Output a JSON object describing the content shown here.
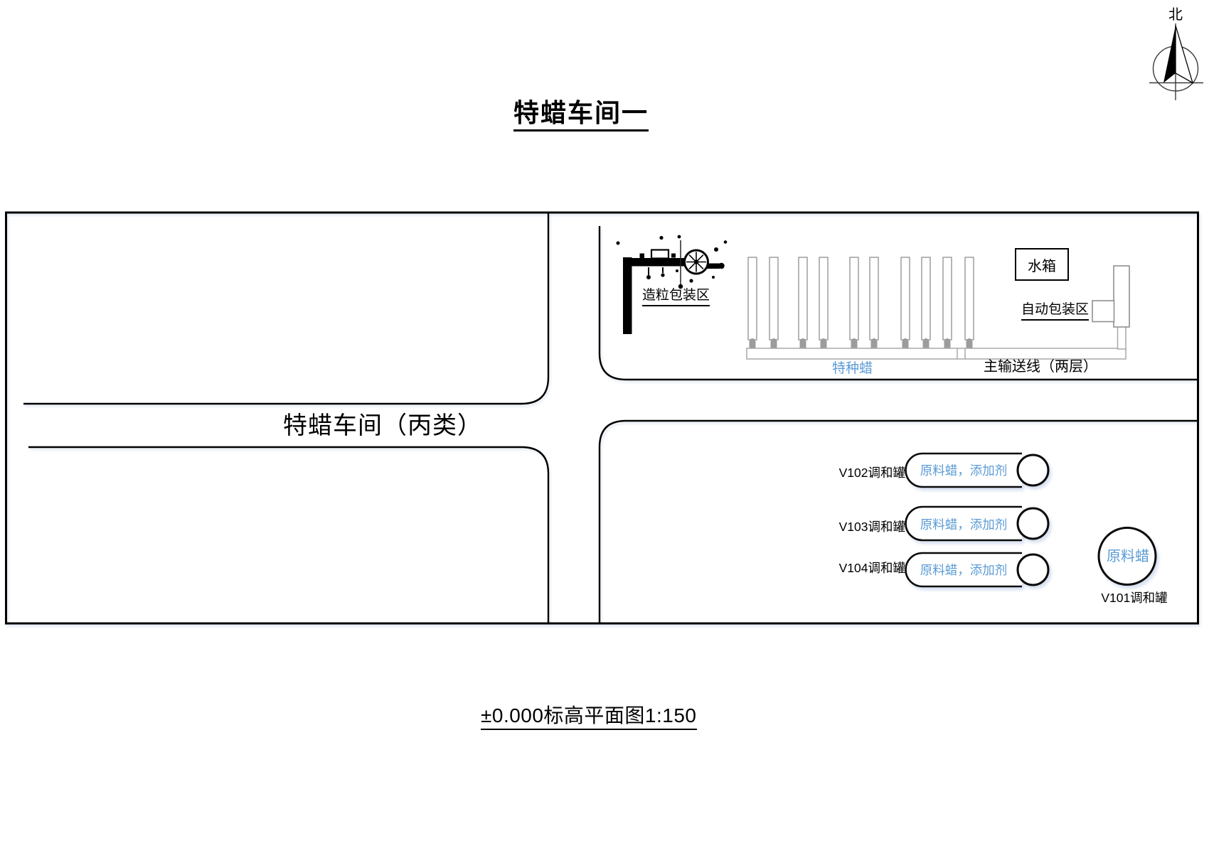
{
  "page_title": "特蜡车间一",
  "compass": {
    "north": "北"
  },
  "corridor": {
    "label": "特蜡车间（丙类）"
  },
  "top_right_room": {
    "granulation_area": "造粒包装区",
    "water_tank": "水箱",
    "auto_packaging_area": "自动包装区",
    "special_wax": "特种蜡",
    "main_conveyor": "主输送线（两层）"
  },
  "bottom_right_room": {
    "mixing_tanks": [
      {
        "id": "V102调和罐",
        "content": "原料蜡，添加剂"
      },
      {
        "id": "V103调和罐",
        "content": "原料蜡，添加剂"
      },
      {
        "id": "V104调和罐",
        "content": "原料蜡，添加剂"
      }
    ],
    "round_tank": {
      "id": "V101调和罐",
      "content": "原料蜡"
    }
  },
  "footer_caption": "±0.000标高平面图1:150",
  "colors": {
    "accent_blue": "#5B9BD5",
    "equipment_gray": "#9c9c9c",
    "line": "#000000"
  }
}
